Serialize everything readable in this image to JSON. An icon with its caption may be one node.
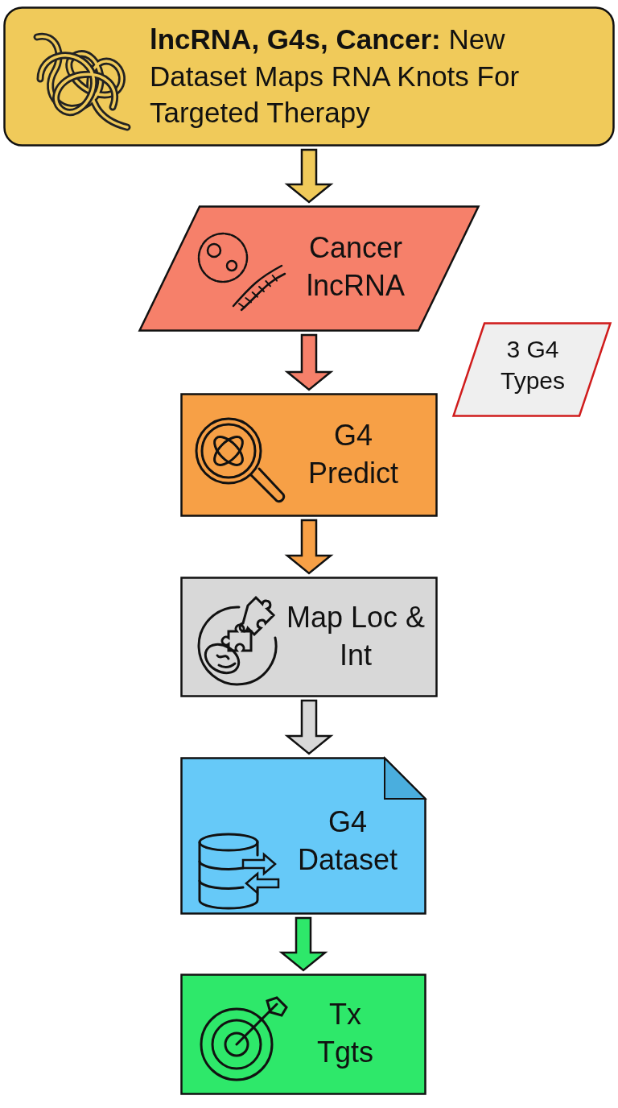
{
  "diagram": {
    "nodes": [
      {
        "text": [
          "**lncRNA, G4s, Cancer:** New Dataset Maps RNA Knots For Targeted Therapy"
        ]
      },
      {
        "text": [
          "Cancer lncRNA"
        ]
      },
      {
        "text": [
          "3 G4 Types"
        ]
      },
      {
        "text": [
          "G4 Predict"
        ]
      },
      {
        "text": [
          "Map Loc & Int"
        ]
      },
      {
        "text": [
          "G4 Dataset"
        ]
      },
      {
        "text": [
          "Tx Tgts"
        ]
      }
    ],
    "edges": [
      {
        "from": 0,
        "to": 1,
        "arrow": "to",
        "color": "#f0ca5a"
      },
      {
        "from": 1,
        "to": 3,
        "arrow": "to",
        "color": "#f6806a"
      },
      {
        "from": 3,
        "to": 4,
        "arrow": "to",
        "color": "#f7a046"
      },
      {
        "from": 4,
        "to": 5,
        "arrow": "to",
        "color": "#d8d8d8"
      },
      {
        "from": 5,
        "to": 6,
        "arrow": "to",
        "color": "#2ee86a"
      }
    ]
  }
}
